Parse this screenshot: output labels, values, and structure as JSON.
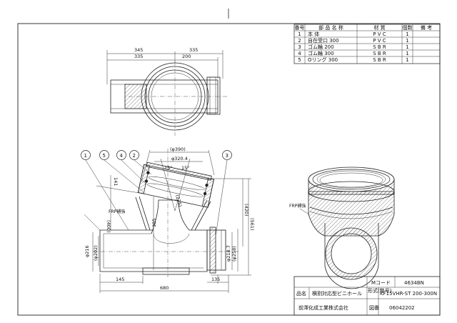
{
  "parts_table": {
    "headers": [
      "番号",
      "部 品 名 称",
      "材 質",
      "個数",
      "備 考"
    ],
    "rows": [
      [
        "1",
        "本 体",
        "P V C",
        "1",
        ""
      ],
      [
        "2",
        "自在受口 300",
        "P V C",
        "1",
        ""
      ],
      [
        "3",
        "ゴム輪 200",
        "S B R",
        "1",
        ""
      ],
      [
        "4",
        "ゴム輪 300",
        "S B R",
        "1",
        ""
      ],
      [
        "5",
        "Oリング 300",
        "S B R",
        "1",
        ""
      ]
    ]
  },
  "top_view": {
    "dims": [
      "345",
      "335",
      "335",
      "200"
    ]
  },
  "front_view": {
    "dims": [
      "(φ390)",
      "φ320.4",
      "15°",
      "15°",
      "141",
      "(225)",
      "305",
      "(400)",
      "(420)",
      "(561)",
      "φ216",
      "(φ202)",
      "φ218.7",
      "(φ258)",
      "145",
      "680",
      "135"
    ],
    "callouts": [
      "1",
      "5",
      "4",
      "2",
      "3"
    ],
    "frp_label": "FRP補強"
  },
  "iso_view": {
    "label": "FRP補強"
  },
  "title_block": {
    "code_label": "Mコード",
    "code_value": "4634BN",
    "name_label": "品名",
    "name_value": "横割対応型ビニホール",
    "model_label": "形式(略号)",
    "model_value": "KF15VHR-ST 200-300N",
    "company": "前澤化成工業株式会社",
    "drawing_label": "図番",
    "drawing_value": "06042202"
  }
}
